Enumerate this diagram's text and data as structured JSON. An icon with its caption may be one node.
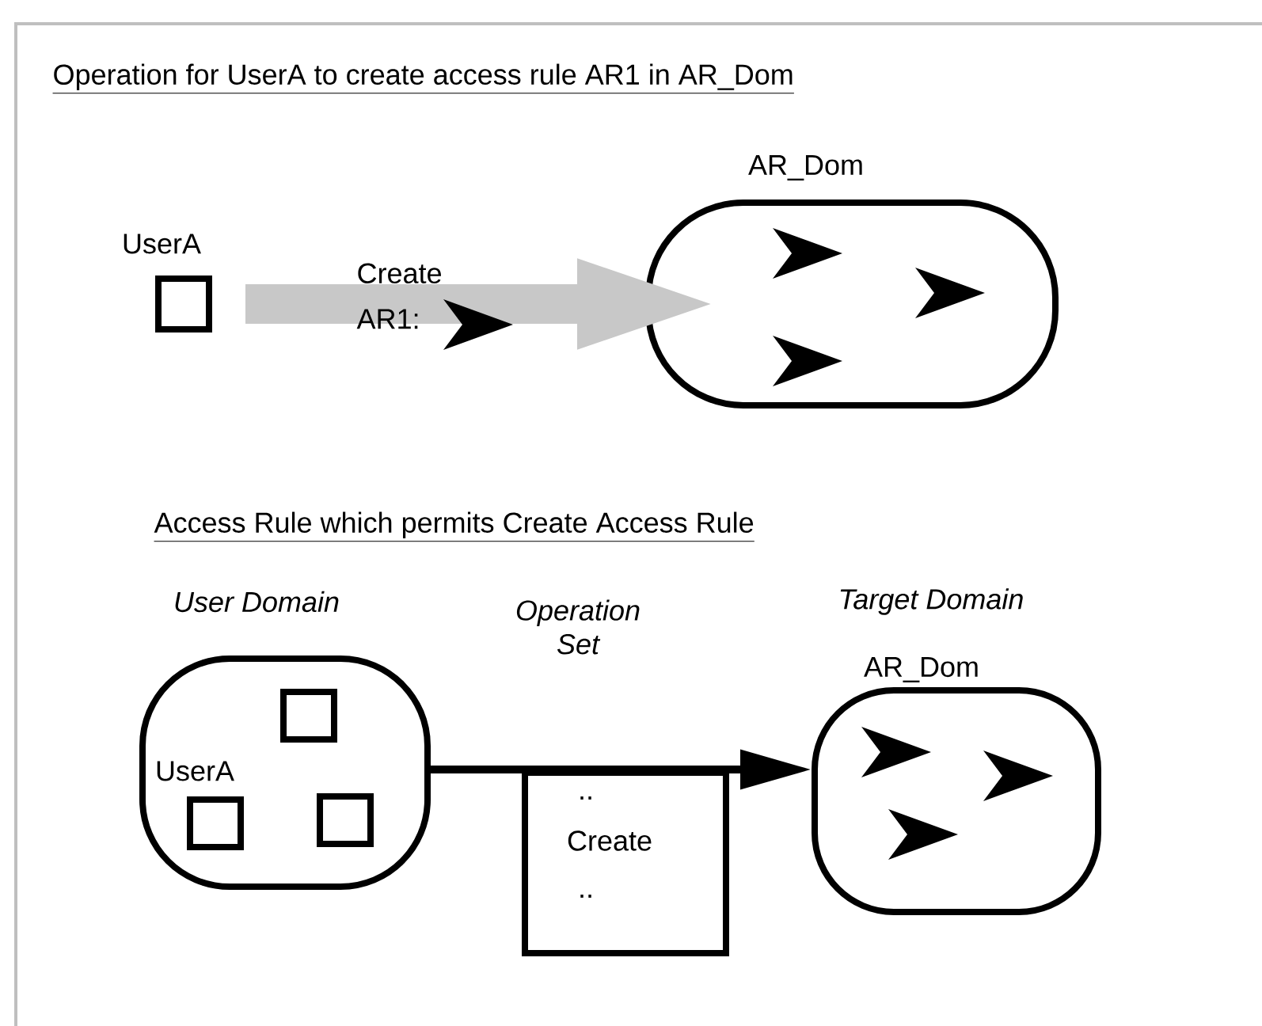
{
  "diagram": {
    "title": "Operation for UserA to create access rule AR1 in AR_Dom",
    "nodes": [
      {
        "text": [
          "UserA"
        ]
      },
      {
        "text": [
          "AR_Dom"
        ]
      },
      {
        "text": [
          "User Domain"
        ]
      },
      {
        "text": [],
        "shape": "box",
        "in": 2
      },
      {
        "text": [
          "UserA"
        ],
        "in": 2
      },
      {
        "text": [],
        "shape": "box",
        "in": 2
      },
      {
        "text": [
          "Operation Set",
          "..",
          "Create",
          ".."
        ]
      },
      {
        "text": [
          "Target Domain",
          "AR_Dom"
        ]
      }
    ],
    "edges": [
      {
        "from": 0,
        "to": 1,
        "arrow": "to",
        "label": "Create AR1:",
        "style": "thick",
        "color": "#c8c8c8"
      },
      {
        "from": 2,
        "to": 7,
        "arrow": "to",
        "color": "#000000"
      }
    ],
    "labels": [
      "Access Rule which permits Create Access Rule"
    ]
  }
}
